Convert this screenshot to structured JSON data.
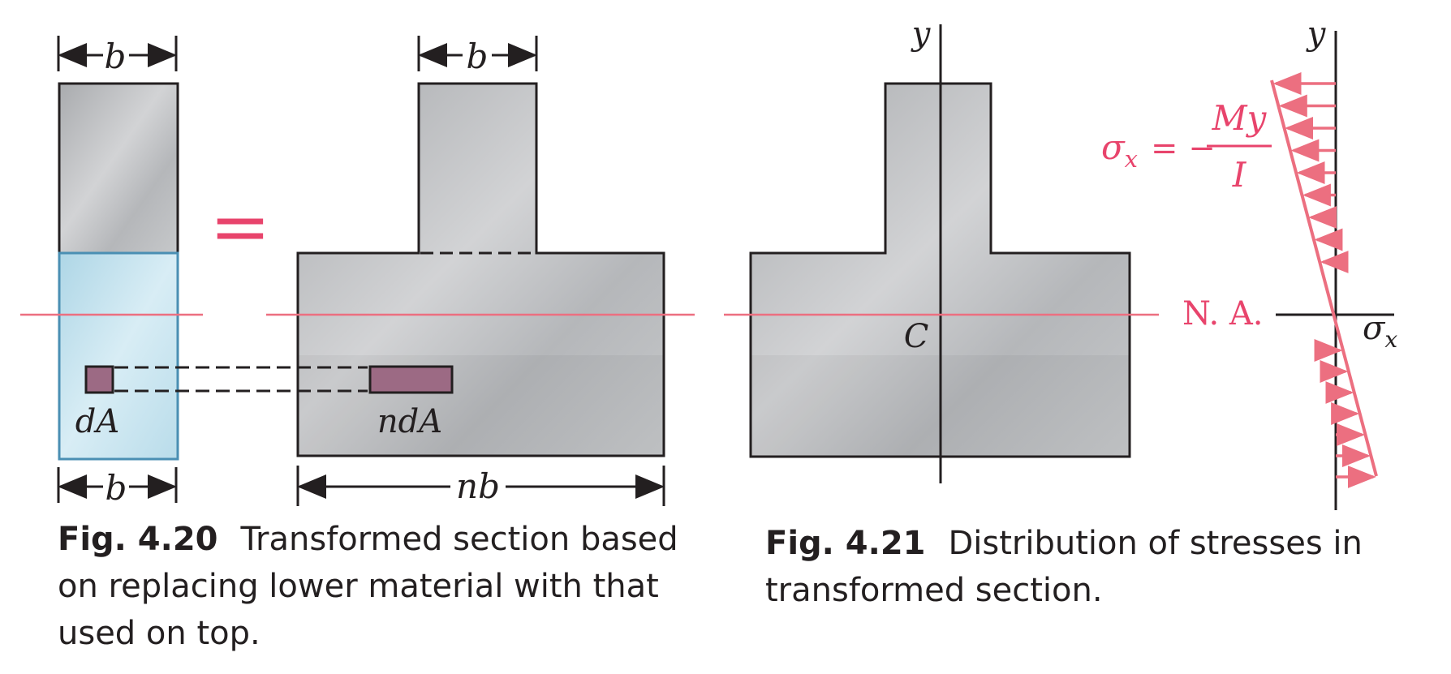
{
  "fig420": {
    "label_b_top_left": "b",
    "label_b_top_right": "b",
    "label_b_bottom": "b",
    "label_nb": "nb",
    "label_dA": "dA",
    "label_ndA": "ndA",
    "equals": "=",
    "caption_number": "Fig. 4.20",
    "caption_text": "Transformed section based on replacing lower material with that used on top."
  },
  "fig421": {
    "y_axis_section": "y",
    "centroid": "C",
    "y_axis_stress": "y",
    "sigma_axis": "σ",
    "sigma_axis_sub": "x",
    "neutral_axis": "N. A.",
    "formula_lhs": "σ",
    "formula_lhs_sub": "x",
    "formula_eq": "= −",
    "formula_num": "My",
    "formula_den": "I",
    "caption_number": "Fig. 4.21",
    "caption_text": "Distribution of stresses in transformed section."
  },
  "colors": {
    "accent": "#e8446c",
    "stress": "#ec6f80",
    "lower_material": "#bfe0ee",
    "element": "#9c6a84",
    "gray_section": "#b8babd"
  }
}
